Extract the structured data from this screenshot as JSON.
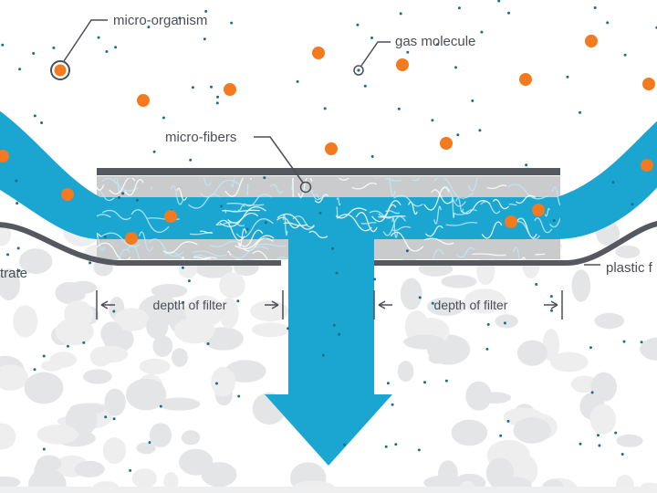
{
  "labels": {
    "micro_organism": "micro-organism",
    "gas_molecule": "gas molecule",
    "micro_fibers": "micro-fibers",
    "substrate_partial": "trate",
    "plastic_partial": "plastic f",
    "depth_left": "depth of filter",
    "depth_right": "depth of filter"
  },
  "colors": {
    "flow": "#1aa6d1",
    "organism": "#f47a1f",
    "molecule": "#1b6f8a",
    "housing": "#55585f",
    "filter_bg": "#c9cbcd",
    "fiber": "#ffffff",
    "substrate": "#e9eaeb",
    "text": "#4a4f57"
  }
}
